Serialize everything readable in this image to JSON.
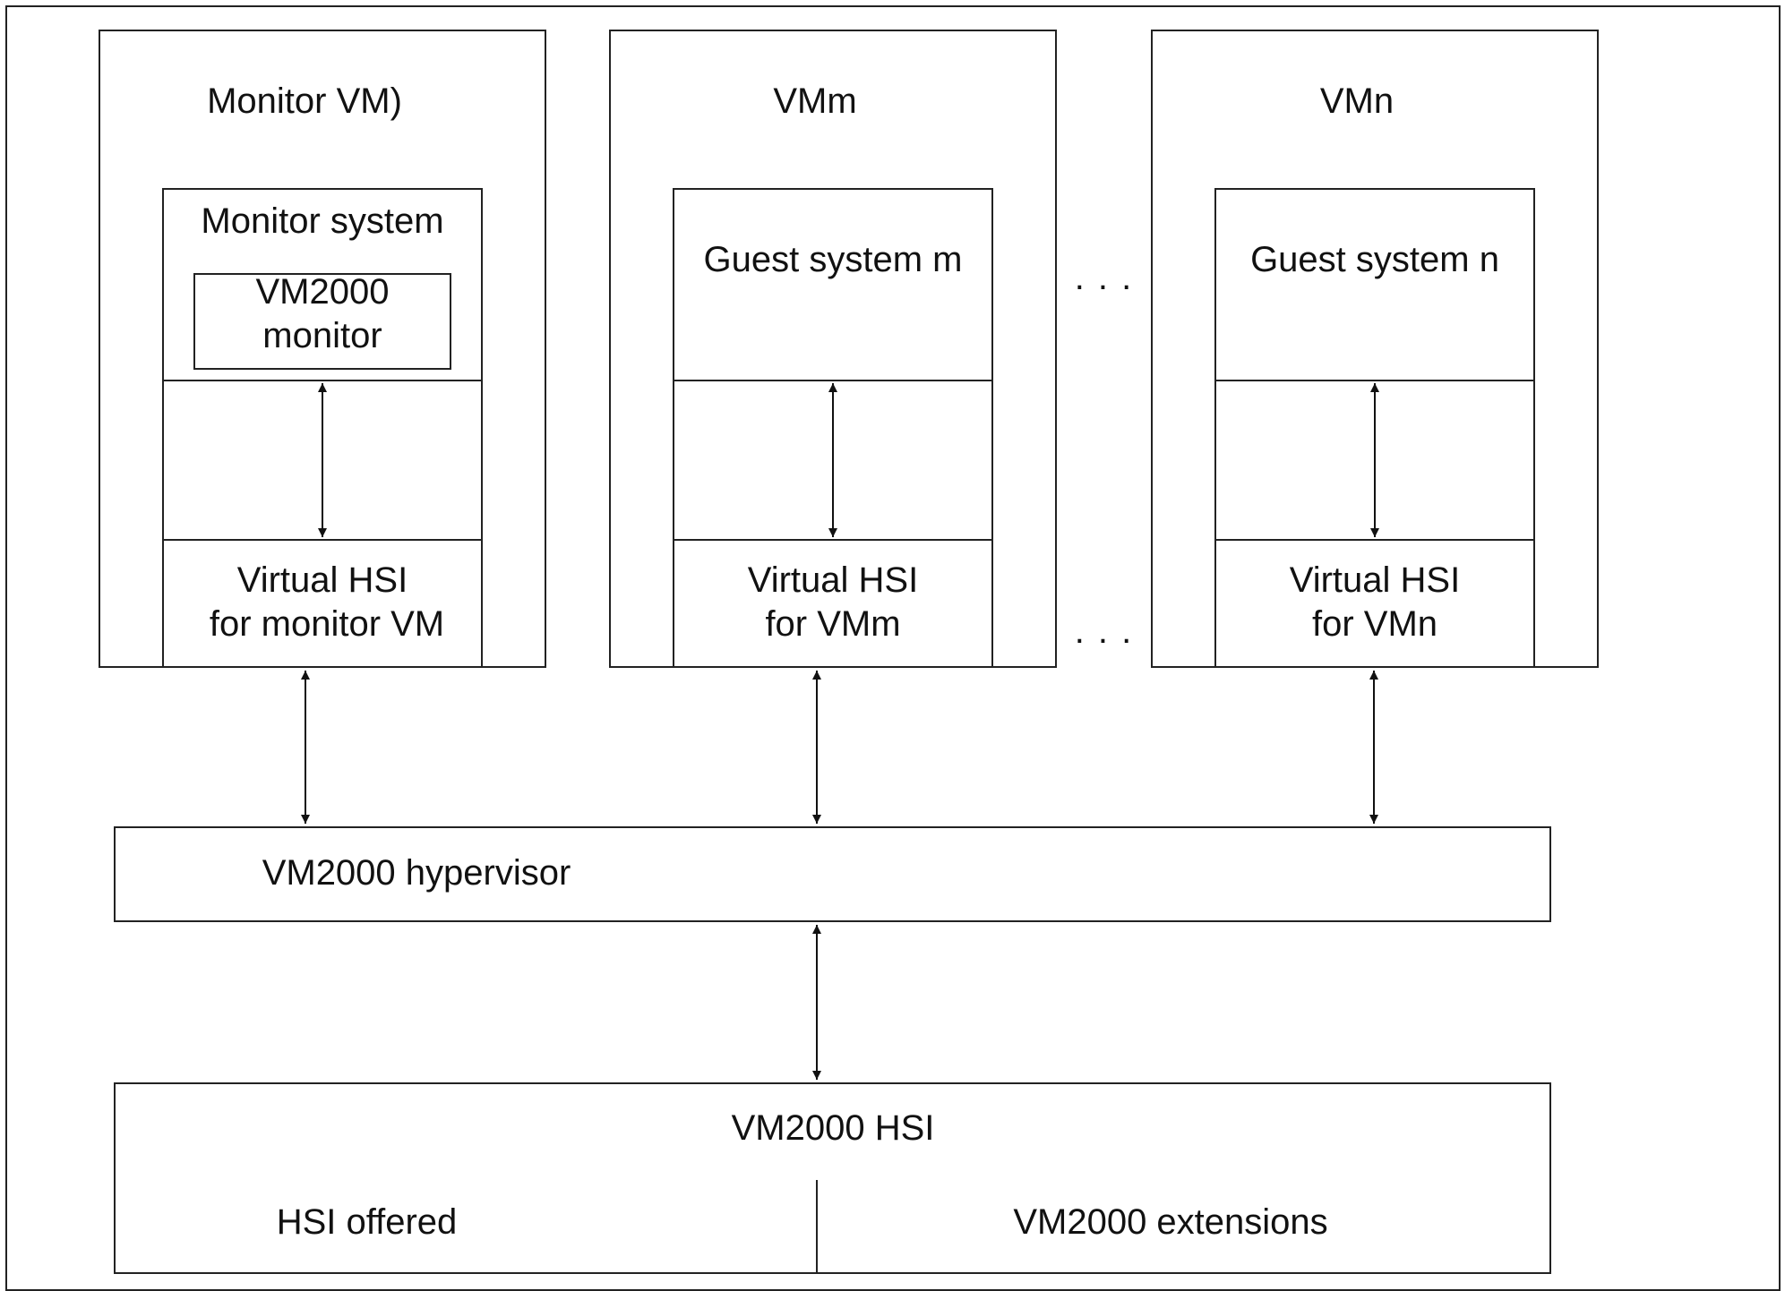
{
  "vms": [
    {
      "title": "Monitor VM)",
      "system": "Monitor system",
      "inner_line1": "VM2000",
      "inner_line2": "monitor",
      "hsi_line1": "Virtual HSI",
      "hsi_line2": "for monitor VM"
    },
    {
      "title": "VMm",
      "system": "Guest system m",
      "hsi_line1": "Virtual HSI",
      "hsi_line2": "for VMm"
    },
    {
      "title": "VMn",
      "system": "Guest system n",
      "hsi_line1": "Virtual HSI",
      "hsi_line2": "for VMn"
    }
  ],
  "ellipsis": ". . .",
  "hypervisor": {
    "label": "VM2000 hypervisor"
  },
  "hsi": {
    "title": "VM2000 HSI",
    "left": "HSI offered",
    "right": "VM2000 extensions"
  }
}
